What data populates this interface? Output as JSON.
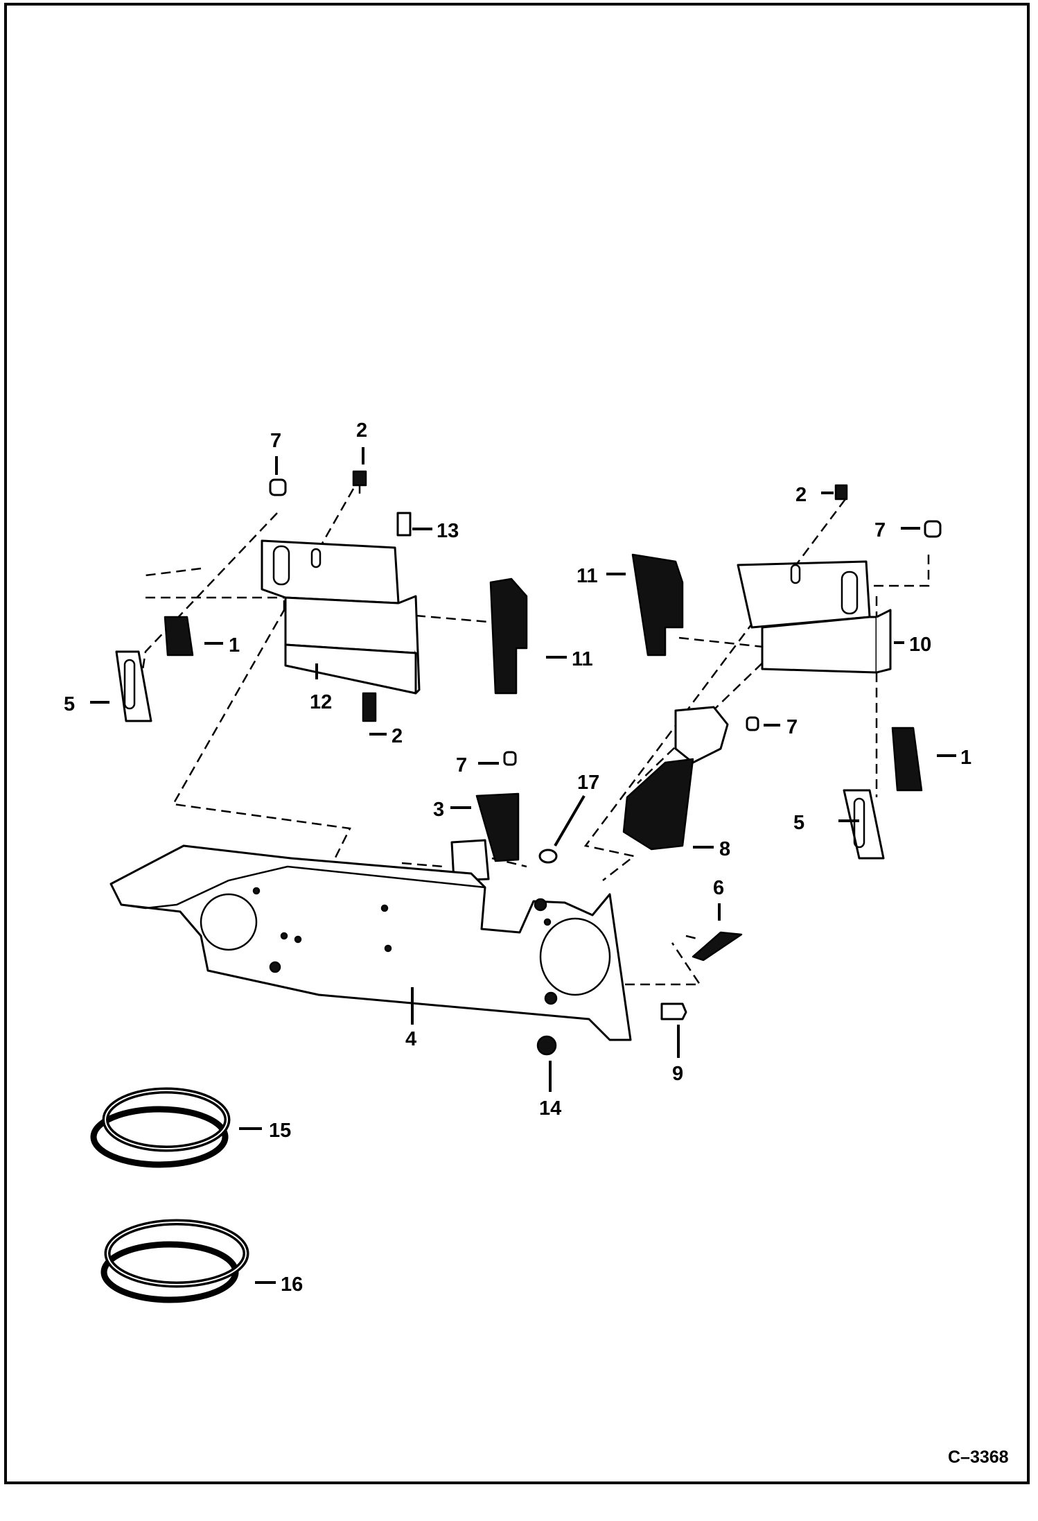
{
  "figure_id": "C–3368",
  "callouts": {
    "c1a": "1",
    "c1b": "1",
    "c2a": "2",
    "c2b": "2",
    "c2c": "2",
    "c3": "3",
    "c4": "4",
    "c5a": "5",
    "c5b": "5",
    "c6": "6",
    "c7a": "7",
    "c7b": "7",
    "c7c": "7",
    "c7d": "7",
    "c8": "8",
    "c9": "9",
    "c10": "10",
    "c11a": "11",
    "c11b": "11",
    "c12": "12",
    "c13": "13",
    "c14": "14",
    "c15": "15",
    "c16": "16",
    "c17": "17"
  }
}
